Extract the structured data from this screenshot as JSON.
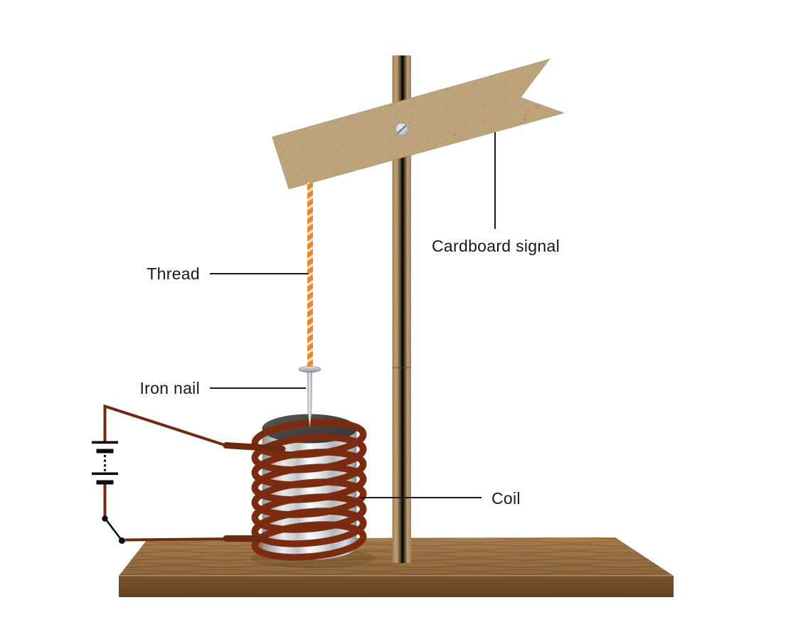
{
  "diagram": {
    "labels": {
      "thread": "Thread",
      "iron_nail": "Iron nail",
      "cardboard_signal": "Cardboard signal",
      "coil": "Coil"
    },
    "colors": {
      "background": "#ffffff",
      "label_text": "#181818",
      "label_line": "#1c1c1c",
      "thread_orange": "#e8872e",
      "thread_stripe": "#f7e8d3",
      "coil_wire": "#7b2c10",
      "coil_lead": "#6e2810",
      "wire": "#6f2a10",
      "battery": "#0b0b0b",
      "cardboard": "#bda37a",
      "post_wood": "#b8946a",
      "base_wood_top": "#9a7245",
      "base_wood_front": "#7a5330",
      "cylinder_metal": "#d9dadc",
      "cylinder_top": "#46423f",
      "nail_metal": "#c9ced2"
    }
  }
}
